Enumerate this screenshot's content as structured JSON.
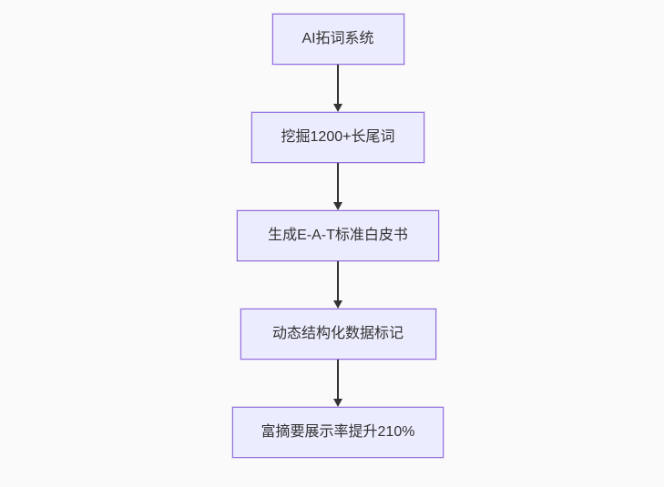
{
  "page": {
    "background": "#fafafa"
  },
  "flowchart": {
    "type": "flowchart-top-down",
    "colors": {
      "node_fill": "#ECECFF",
      "node_border": "#9370DB",
      "text": "#333333",
      "arrow": "#333333"
    },
    "nodes": [
      {
        "label": "AI拓词系统"
      },
      {
        "label": "挖掘1200+长尾词"
      },
      {
        "label": "生成E-A-T标准白皮书"
      },
      {
        "label": "动态结构化数据标记"
      },
      {
        "label": "富摘要展示率提升210%"
      }
    ],
    "edges": [
      {
        "from": 0,
        "to": 1
      },
      {
        "from": 1,
        "to": 2
      },
      {
        "from": 2,
        "to": 3
      },
      {
        "from": 3,
        "to": 4
      }
    ]
  }
}
